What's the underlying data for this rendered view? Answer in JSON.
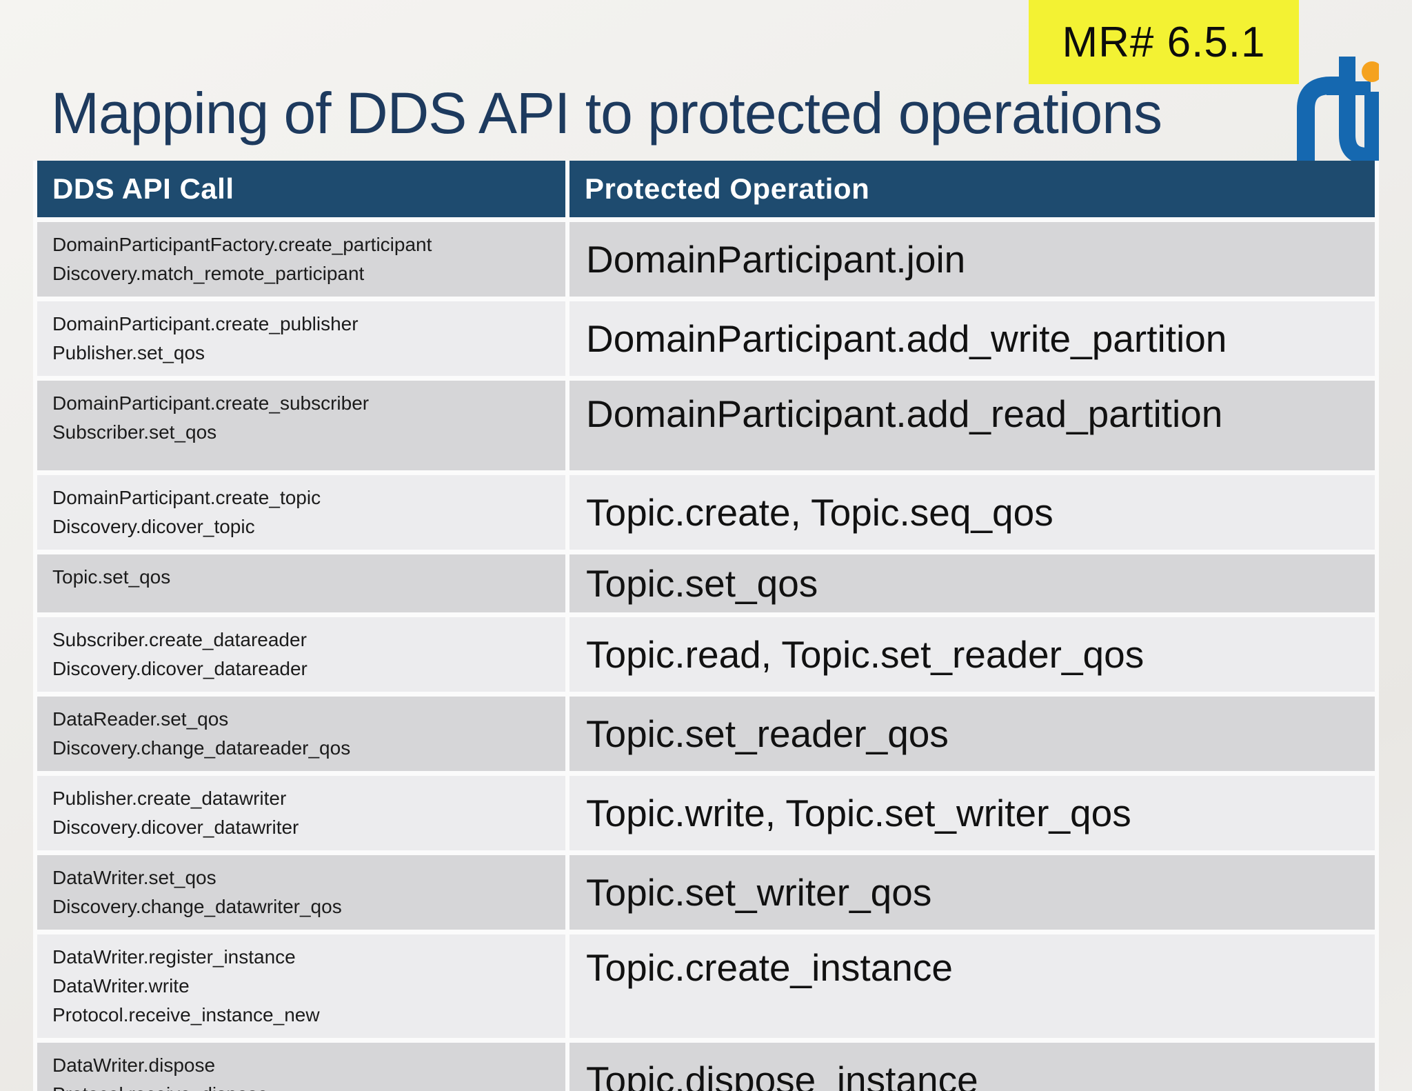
{
  "slide": {
    "badge": "MR# 6.5.1",
    "title": "Mapping of DDS API to protected operations",
    "logo": {
      "name": "rti",
      "blue": "#1568b0",
      "orange": "#f5a21f"
    },
    "colors": {
      "header_bar": "#1e4b6f",
      "row_dark": "#d6d6d8",
      "row_light": "#ececee",
      "title_navy": "#1d3a5e",
      "badge_yellow": "#f3f233"
    }
  },
  "table": {
    "columns": [
      "DDS API Call",
      "Protected Operation"
    ],
    "rows": [
      {
        "api": "DomainParticipantFactory.create_participant\nDiscovery.match_remote_participant",
        "op": "DomainParticipant.join"
      },
      {
        "api": "DomainParticipant.create_publisher\nPublisher.set_qos",
        "op": "DomainParticipant.add_write_partition"
      },
      {
        "api": "DomainParticipant.create_subscriber\nSubscriber.set_qos",
        "op": "DomainParticipant.add_read_partition"
      },
      {
        "api": "DomainParticipant.create_topic\nDiscovery.dicover_topic",
        "op": "Topic.create, Topic.seq_qos"
      },
      {
        "api": "Topic.set_qos",
        "op": "Topic.set_qos"
      },
      {
        "api": "Subscriber.create_datareader\nDiscovery.dicover_datareader",
        "op": "Topic.read, Topic.set_reader_qos"
      },
      {
        "api": "DataReader.set_qos\nDiscovery.change_datareader_qos",
        "op": "Topic.set_reader_qos"
      },
      {
        "api": "Publisher.create_datawriter\nDiscovery.dicover_datawriter",
        "op": "Topic.write, Topic.set_writer_qos"
      },
      {
        "api": "DataWriter.set_qos\nDiscovery.change_datawriter_qos",
        "op": "Topic.set_writer_qos"
      },
      {
        "api": "DataWriter.register_instance\nDataWriter.write\nProtocol.receive_instance_new",
        "op": "Topic.create_instance"
      },
      {
        "api": "DataWriter.dispose\nProtocol.receive_dispose",
        "op": "Topic.dispose_instance"
      }
    ]
  }
}
